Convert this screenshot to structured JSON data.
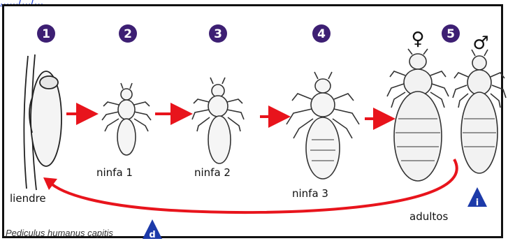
{
  "source_link": "....../.../...",
  "stages": [
    {
      "number": "1"
    },
    {
      "number": "2",
      "label": "ninfa 1"
    },
    {
      "number": "3",
      "label": "ninfa 2"
    },
    {
      "number": "4",
      "label": "ninfa 3"
    },
    {
      "number": "5",
      "label": "adultos"
    }
  ],
  "egg_label": "liendre",
  "female_symbol": "♀",
  "male_symbol": "♂",
  "species_name": "Pediculus humanus capitis",
  "logo_letters": [
    "d",
    "i"
  ],
  "colors": {
    "badge": "#3d1f73",
    "arrow": "#e8141c",
    "frame": "#111111",
    "link": "#1a3fd1",
    "logo": "#1c3aa9"
  }
}
